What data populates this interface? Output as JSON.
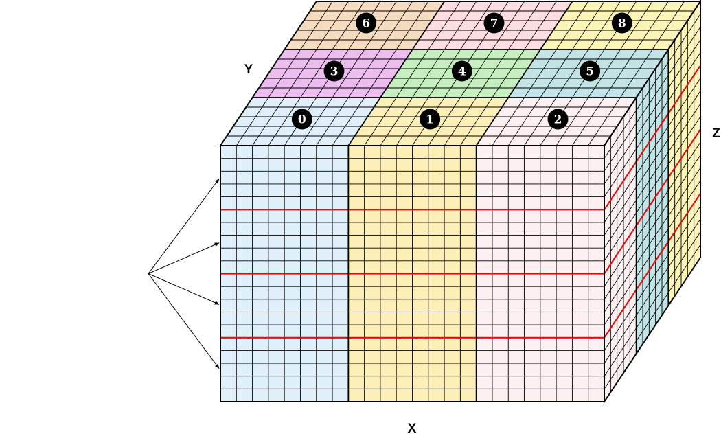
{
  "axes": {
    "x": "X",
    "y": "Y",
    "z": "Z"
  },
  "top_regions": [
    {
      "id": "0",
      "color": "#dff0fa"
    },
    {
      "id": "1",
      "color": "#fcefb8"
    },
    {
      "id": "2",
      "color": "#fdf0f0"
    },
    {
      "id": "3",
      "color": "#edbdf0"
    },
    {
      "id": "4",
      "color": "#c6efbf"
    },
    {
      "id": "5",
      "color": "#c2e4e6"
    },
    {
      "id": "6",
      "color": "#f5dcc0"
    },
    {
      "id": "7",
      "color": "#fcdde2"
    },
    {
      "id": "8",
      "color": "#fdf5b8"
    }
  ],
  "front_columns": [
    "#dff0fa",
    "#fcefb8",
    "#fdf0f0"
  ],
  "side_layers": [
    "#fdf0f0",
    "#c2e4e6",
    "#fdf5b8"
  ],
  "line_color": "#000000",
  "plane_color": "#dd1111",
  "plane_count": 3
}
